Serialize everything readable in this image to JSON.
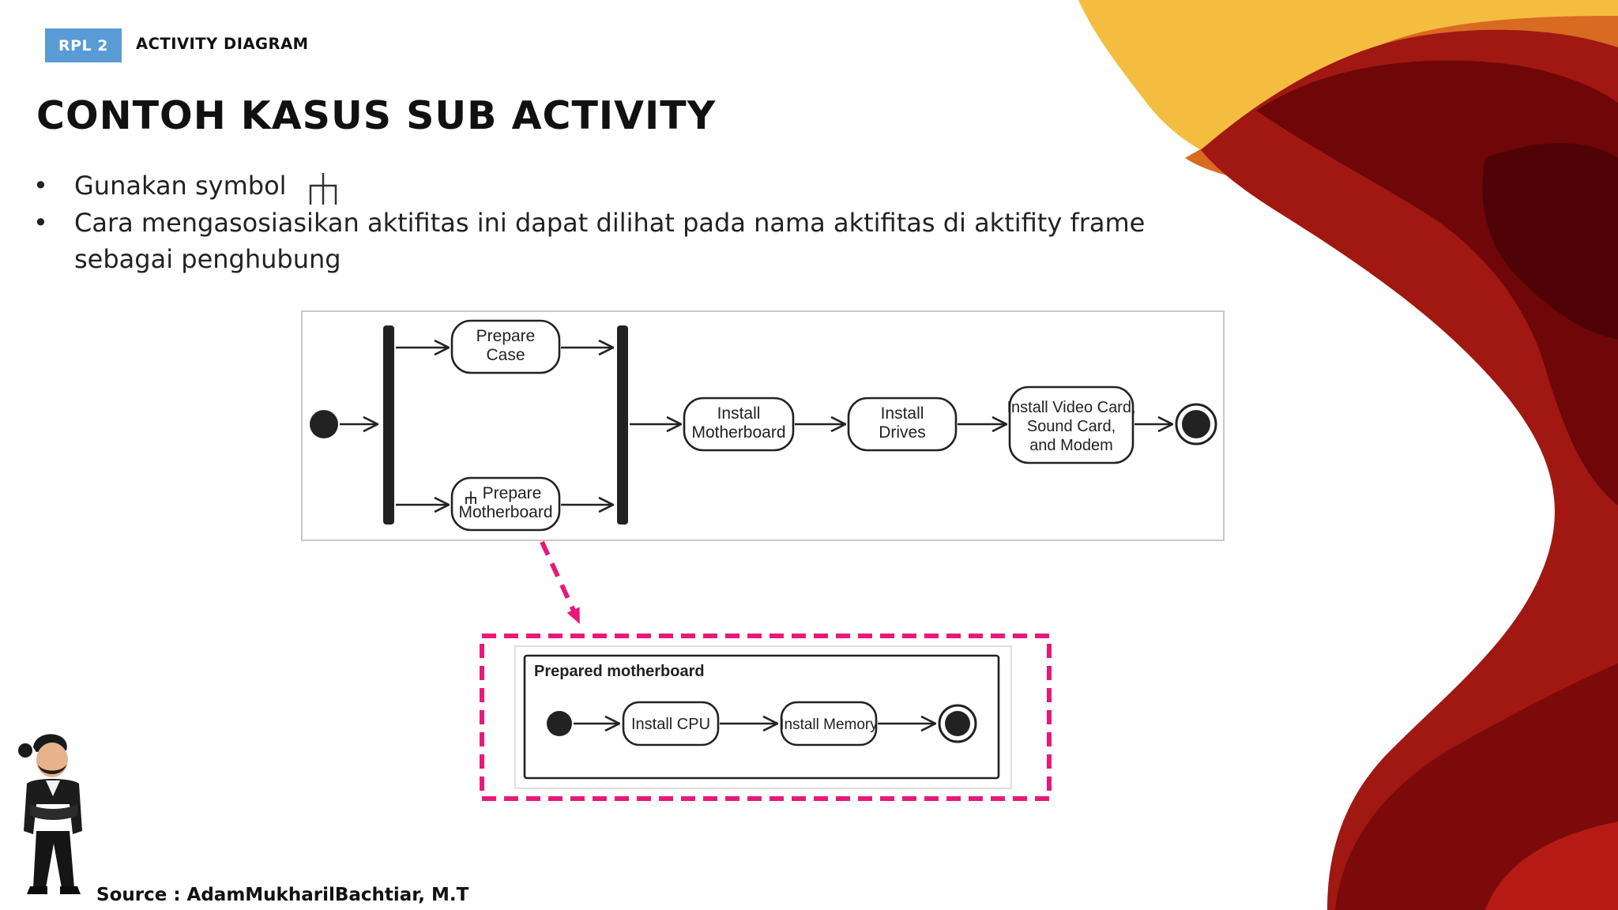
{
  "header": {
    "badge": "RPL 2",
    "section": "ACTIVITY DIAGRAM",
    "title": "CONTOH KASUS SUB ACTIVITY"
  },
  "bullets": [
    "Gunakan symbol",
    "Cara mengasosiasikan aktifitas ini dapat dilihat pada nama aktifitas di aktifity frame sebagai penghubung"
  ],
  "diagram": {
    "main_activities": {
      "prepare_case": [
        "Prepare",
        "Case"
      ],
      "prepare_motherboard": [
        "Prepare",
        "Motherboard"
      ],
      "install_motherboard": [
        "Install",
        "Motherboard"
      ],
      "install_drives": [
        "Install",
        "Drives"
      ],
      "install_video": [
        "Install Video Card,",
        "Sound Card,",
        "and Modem"
      ]
    },
    "sub_frame": {
      "label": "Prepared motherboard",
      "install_cpu": "Install CPU",
      "install_memory": "Install Memory"
    }
  },
  "colors": {
    "badge": "#5b9bd5",
    "highlight": "#e8197a",
    "deco_yellow": "#f2b737",
    "deco_red": "#8f0f10"
  },
  "icons": {
    "subactivity": "rake-icon",
    "presenter": "presenter-avatar"
  },
  "footer": {
    "source": "Source : AdamMukharilBachtiar, M.T"
  }
}
